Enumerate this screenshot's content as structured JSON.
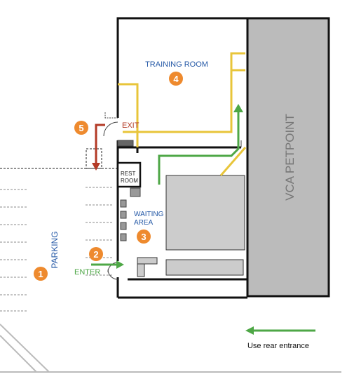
{
  "colors": {
    "wall": "#111111",
    "building_fill": "#bbbbbb",
    "counter_fill": "#cccccc",
    "yellow_path": "#e8c53a",
    "green_path": "#4ea746",
    "red_path": "#b33a26",
    "badge": "#ee8a2e",
    "blue_label": "#2458a6",
    "parking_line": "#888888",
    "ground_line": "#bbbbbb"
  },
  "labels": {
    "training_room": "TRAINING ROOM",
    "vca_petpoint": "VCA PETPOINT",
    "exit": "EXIT",
    "rest_room_line1": "REST",
    "rest_room_line2": "ROOM",
    "waiting_area_line1": "WAITING",
    "waiting_area_line2": "AREA",
    "parking": "PARKING",
    "enter": "ENTER",
    "legend": "Use rear entrance"
  },
  "badges": {
    "parking": "1",
    "entrance": "2",
    "waiting_area": "3",
    "training_room": "4",
    "exit": "5"
  },
  "icons": {
    "door": "door-swing-icon",
    "chair": "chair-icon",
    "arrow": "arrow-icon"
  }
}
